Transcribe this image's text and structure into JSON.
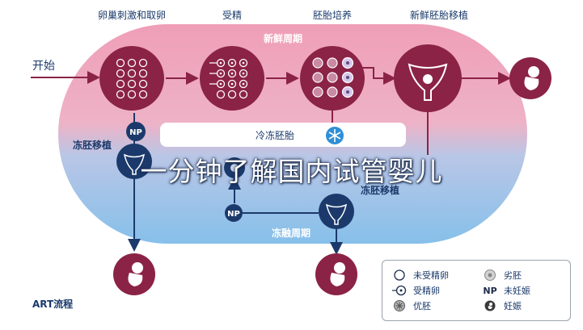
{
  "steps": {
    "ovarian": "卵巢刺激和取卵",
    "fertilization": "受精",
    "culture": "胚胎培养",
    "fresh_transfer": "新鲜胚胎移植"
  },
  "labels": {
    "start": "开始",
    "fresh_cycle": "新鲜周期",
    "freeze": "冷冻胚胎",
    "frozen_transfer_left": "冻胚移植",
    "frozen_transfer_right": "冻胚移植",
    "thaw_cycle": "冻融周期",
    "np": "NP",
    "art_flow": "ART流程"
  },
  "overlay_title": "一分钟了解国内试管婴儿",
  "legend": {
    "unfertilized": "未受精卵",
    "fertilized": "受精卵",
    "good_embryo": "优胚",
    "poor_embryo": "劣胚",
    "np_code": "NP",
    "not_pregnant": "未妊娠",
    "pregnant": "妊娠"
  },
  "colors": {
    "maroon": "#8b2346",
    "navy": "#1b3a6b",
    "pink": "#f0a8be",
    "blue": "#8fc4ea"
  }
}
